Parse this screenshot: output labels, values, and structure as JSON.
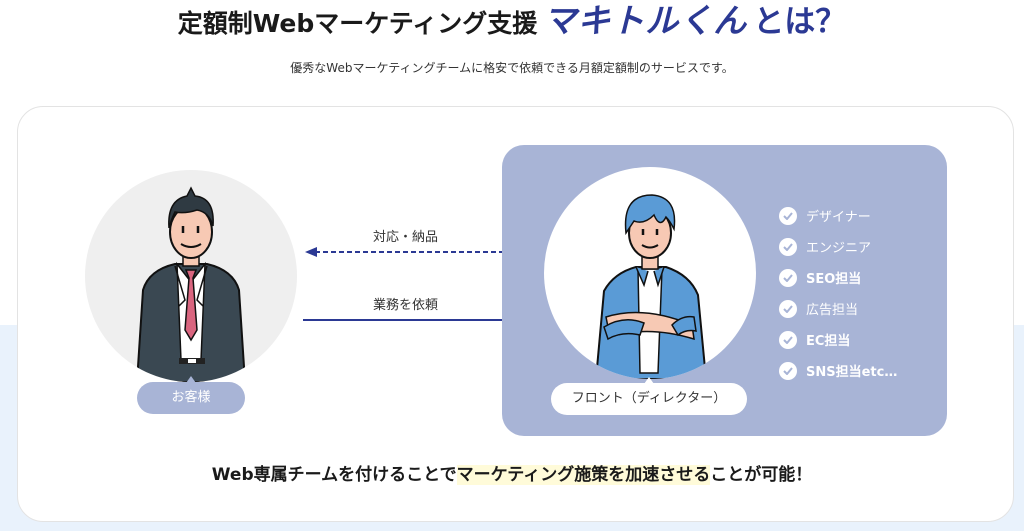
{
  "header": {
    "title_prefix": "定額制Webマーケティング支援",
    "title_brand": "マキトルくん",
    "title_suffix": "とは？",
    "subtitle": "優秀なWebマーケティングチームに格安で依頼できる月額定額制のサービスです。"
  },
  "diagram": {
    "customer_label": "お客様",
    "front_label": "フロント（ディレクター）",
    "arrow_top_label": "対応・納品",
    "arrow_bottom_label": "業務を依頼",
    "roles": [
      {
        "label": "デザイナー",
        "icon": "check-circle-icon"
      },
      {
        "label": "エンジニア",
        "icon": "check-circle-icon"
      },
      {
        "label": "SEO担当",
        "icon": "check-circle-icon"
      },
      {
        "label": "広告担当",
        "icon": "check-circle-icon"
      },
      {
        "label": "EC担当",
        "icon": "check-circle-icon"
      },
      {
        "label": "SNS担当etc…",
        "icon": "check-circle-icon"
      }
    ]
  },
  "tagline": {
    "before": "Web専属チームを付けることで",
    "highlight": "マーケティング施策を加速させる",
    "after": "ことが可能！"
  },
  "colors": {
    "brand_navy": "#2b3994",
    "panel_blue": "#a8b4d6",
    "arrow_navy": "#2b3994",
    "band_bg": "#e9f2fc",
    "highlight": "#fffbd9"
  }
}
